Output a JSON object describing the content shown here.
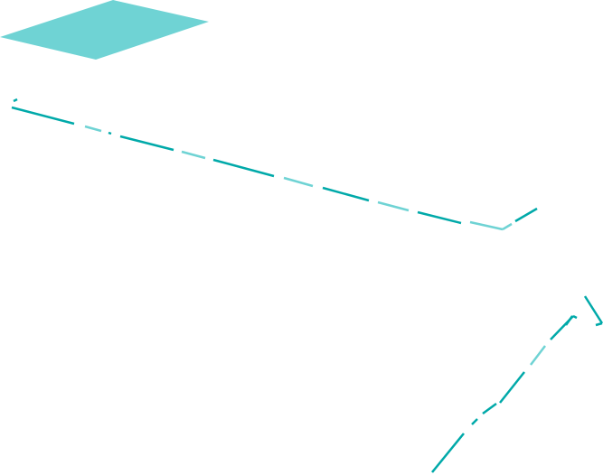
{
  "colors": {
    "background": "#ffffff",
    "teal_fill": "#6fd3d4",
    "teal_dark": "#00a9a9",
    "teal_light": "#6fd3d4"
  },
  "icons": {
    "shape": "teal-rhombus",
    "line": "dashed-teal-line",
    "arrow": "dashed-teal-arrow"
  }
}
